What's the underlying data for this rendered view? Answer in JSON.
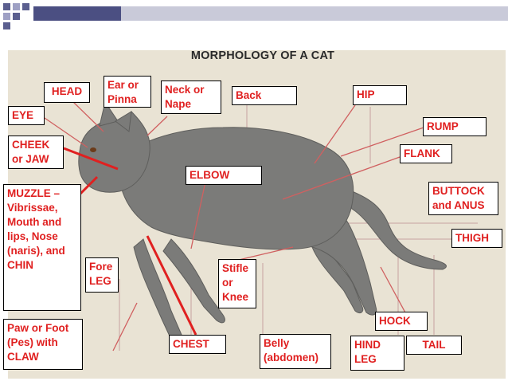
{
  "title": "MORPHOLOGY OF A CAT",
  "colors": {
    "label_red": "#e02020",
    "cat_body": "#7b7b79",
    "pointer_red": "#e02020",
    "header_bar": "#5b5f8f"
  },
  "labels": {
    "head": "HEAD",
    "ear": "Ear or\nPinna",
    "neck": "Neck or\nNape",
    "back": "Back",
    "hip": "HIP",
    "eye": "EYE",
    "rump": "RUMP",
    "cheek": "CHEEK\nor JAW",
    "flank": "FLANK",
    "elbow": "ELBOW",
    "buttock": "BUTTOCK\nand ANUS",
    "muzzle": "MUZZLE –\nVibrissae,\nMouth and\nlips, Nose\n(naris), and\nCHIN",
    "thigh": "THIGH",
    "foreleg": "Fore\nLEG",
    "stifle": "Stifle\nor\nKnee",
    "hock": "HOCK",
    "paw": "Paw or Foot\n(Pes) with\nCLAW",
    "chest": "CHEST",
    "belly": "Belly\n(abdomen)",
    "hindleg": "HIND\nLEG",
    "tail": "TAIL"
  }
}
